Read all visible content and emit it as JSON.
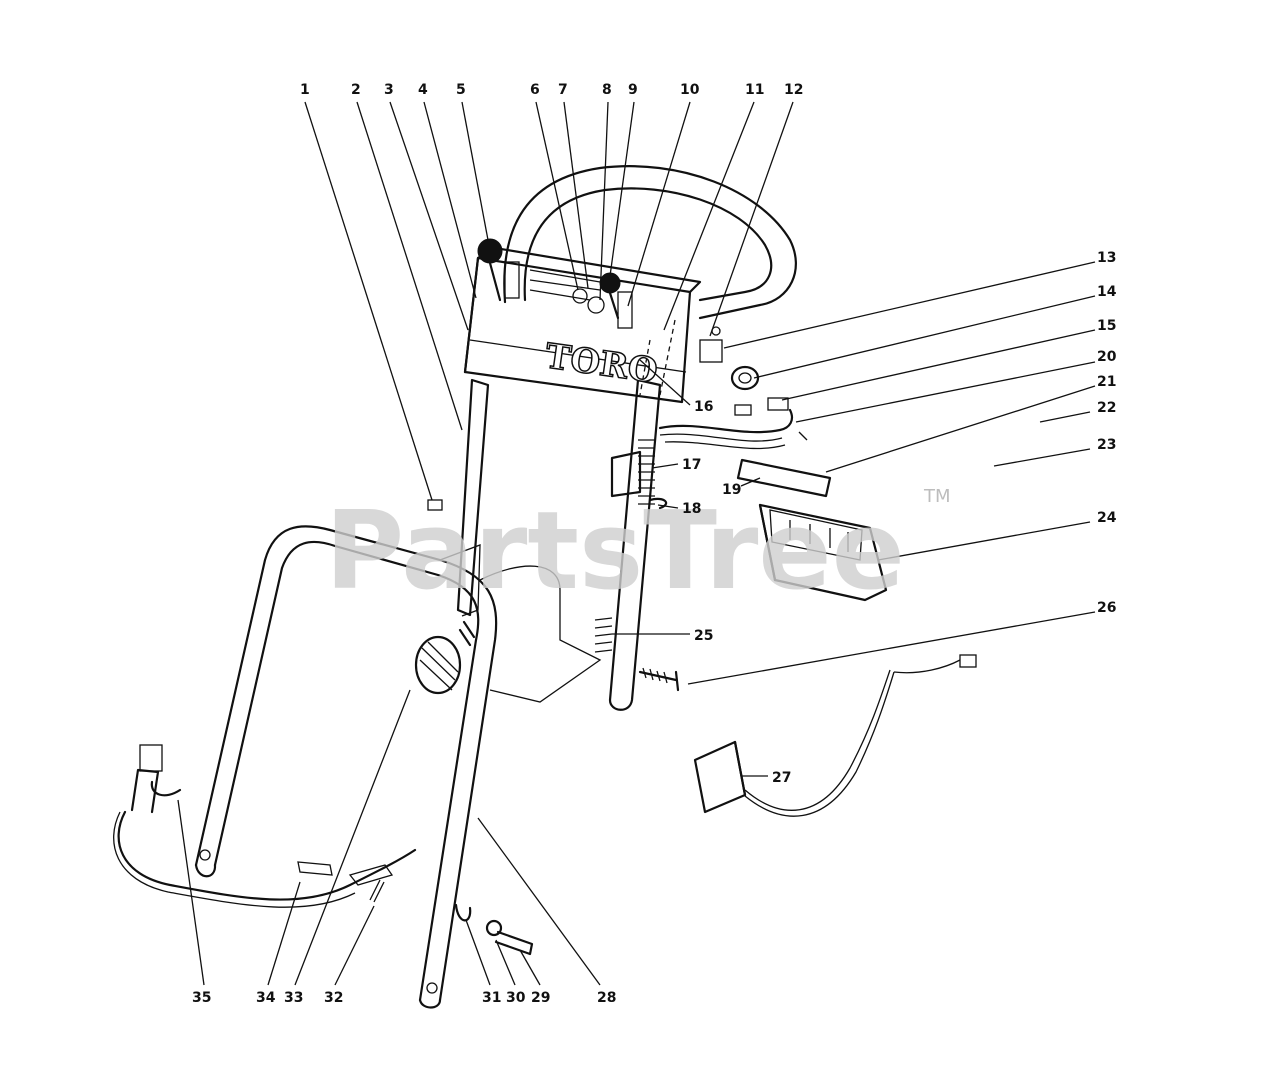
{
  "watermark": {
    "text": "PartsTree",
    "tm": "TM"
  },
  "panel_logo": "TORO",
  "callouts": [
    {
      "id": "c1",
      "label": "1"
    },
    {
      "id": "c2",
      "label": "2"
    },
    {
      "id": "c3",
      "label": "3"
    },
    {
      "id": "c4",
      "label": "4"
    },
    {
      "id": "c5",
      "label": "5"
    },
    {
      "id": "c6",
      "label": "6"
    },
    {
      "id": "c7",
      "label": "7"
    },
    {
      "id": "c8",
      "label": "8"
    },
    {
      "id": "c9",
      "label": "9"
    },
    {
      "id": "c10",
      "label": "10"
    },
    {
      "id": "c11",
      "label": "11"
    },
    {
      "id": "c12",
      "label": "12"
    },
    {
      "id": "c13",
      "label": "13"
    },
    {
      "id": "c14",
      "label": "14"
    },
    {
      "id": "c15",
      "label": "15"
    },
    {
      "id": "c20",
      "label": "20"
    },
    {
      "id": "c21",
      "label": "21"
    },
    {
      "id": "c22",
      "label": "22"
    },
    {
      "id": "c23",
      "label": "23"
    },
    {
      "id": "c24",
      "label": "24"
    },
    {
      "id": "c16",
      "label": "16"
    },
    {
      "id": "c17",
      "label": "17"
    },
    {
      "id": "c18",
      "label": "18"
    },
    {
      "id": "c19",
      "label": "19"
    },
    {
      "id": "c25",
      "label": "25"
    },
    {
      "id": "c26",
      "label": "26"
    },
    {
      "id": "c27",
      "label": "27"
    },
    {
      "id": "c28",
      "label": "28"
    },
    {
      "id": "c29",
      "label": "29"
    },
    {
      "id": "c30",
      "label": "30"
    },
    {
      "id": "c31",
      "label": "31"
    },
    {
      "id": "c32",
      "label": "32"
    },
    {
      "id": "c33",
      "label": "33"
    },
    {
      "id": "c34",
      "label": "34"
    },
    {
      "id": "c35",
      "label": "35"
    }
  ]
}
